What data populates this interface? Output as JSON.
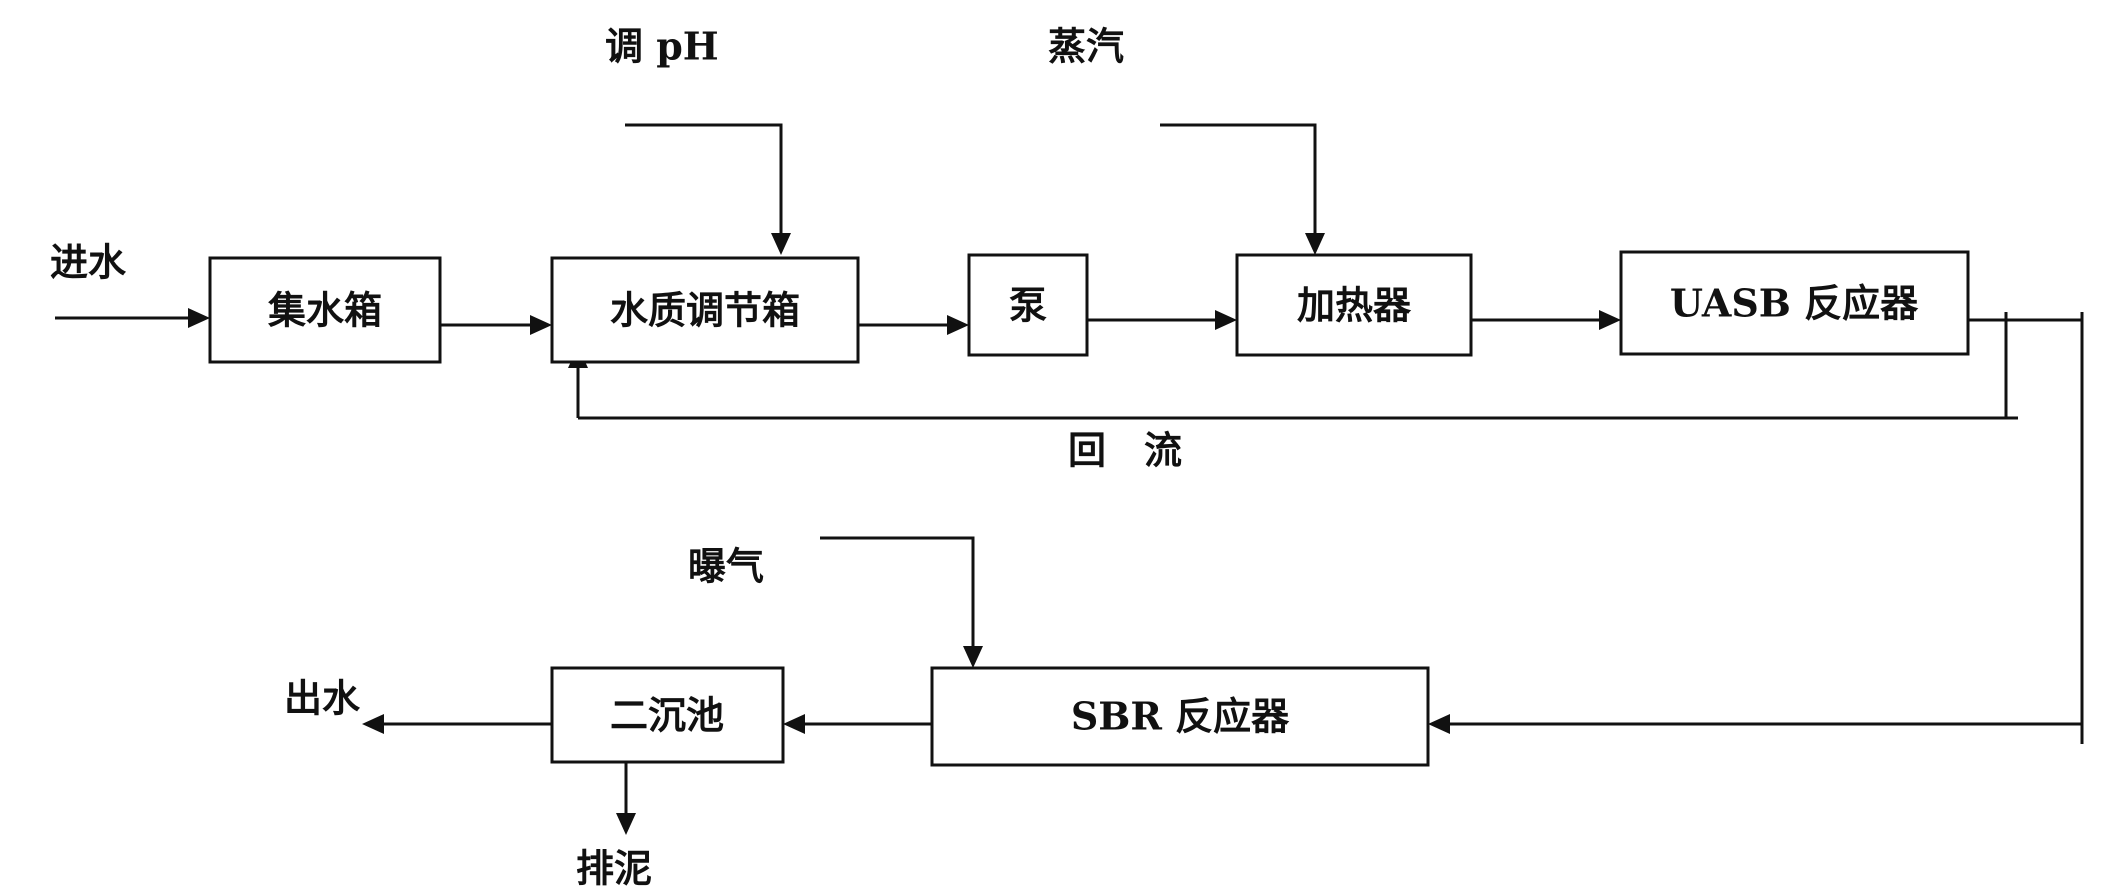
{
  "boxes": {
    "collection_tank": "集水箱",
    "conditioning_tank": "水质调节箱",
    "pump": "泵",
    "heater": "加热器",
    "uasb_reactor": "UASB 反应器",
    "sbr_reactor": "SBR 反应器",
    "secondary_clarifier": "二沉池"
  },
  "labels": {
    "influent": "进水",
    "adjust_ph": "调 pH",
    "steam": "蒸汽",
    "recirculation": "回　流",
    "aeration": "曝气",
    "effluent": "出水",
    "sludge_discharge": "排泥"
  }
}
